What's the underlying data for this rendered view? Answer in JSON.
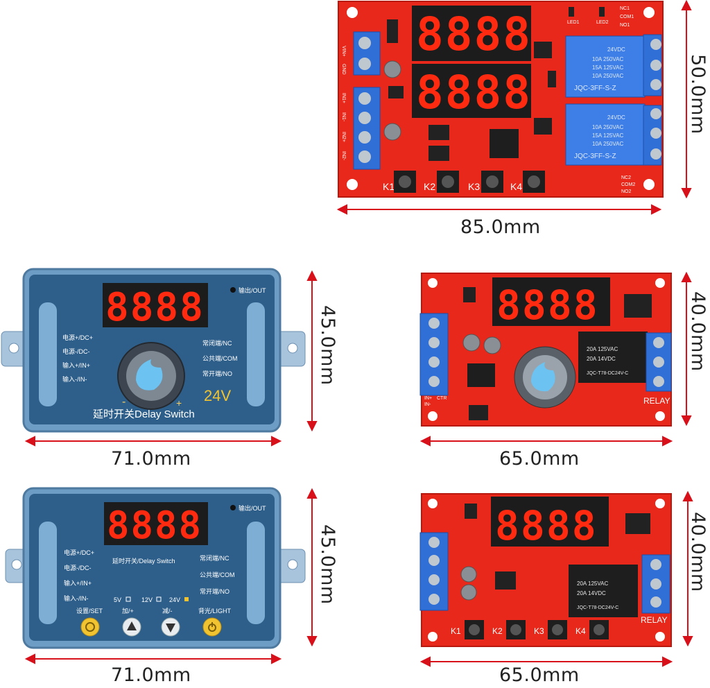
{
  "dimensions": {
    "top_width": "85.0mm",
    "top_height": "50.0mm",
    "mid_left_width": "71.0mm",
    "mid_left_height": "45.0mm",
    "mid_right_width": "65.0mm",
    "mid_right_height": "40.0mm",
    "bot_left_width": "71.0mm",
    "bot_left_height": "45.0mm",
    "bot_right_width": "65.0mm",
    "bot_right_height": "40.0mm"
  },
  "display_digits": "8888",
  "top_board": {
    "left_terminals_top": [
      "VIN+",
      "GND"
    ],
    "left_terminals_bottom": [
      "IN1+",
      "IN1-",
      "IN2+",
      "IN2-"
    ],
    "led_labels": [
      "LED1",
      "LED2"
    ],
    "relay_top_labels": [
      "NC1",
      "COM1",
      "NO1"
    ],
    "relay_bottom_labels": [
      "NC2",
      "COM2",
      "NO2"
    ],
    "relay_text": [
      "24VDC",
      "10A 250VAC",
      "15A 125VAC",
      "10A 250VAC",
      "JQC-3FF-S-Z"
    ],
    "buttons": [
      "K1",
      "K2",
      "K3",
      "K4"
    ]
  },
  "mid_case": {
    "output_label": "输出/OUT",
    "left_labels": [
      "电源+/DC+",
      "电源-/DC-",
      "输入+/IN+",
      "输入-/IN-"
    ],
    "right_labels": [
      "常闭端/NC",
      "公共端/COM",
      "常开端/NO"
    ],
    "minus": "-",
    "plus": "+",
    "voltage": "24V",
    "title": "延时开关Delay Switch"
  },
  "mid_board": {
    "relay_text": [
      "20A 125VAC",
      "20A 14VDC",
      "JQC-T78-DC24V-C"
    ],
    "relay_label": "RELAY",
    "left_labels": [
      "IN+",
      "IN-",
      "CTR"
    ]
  },
  "bot_case": {
    "output_label": "输出/OUT",
    "left_labels": [
      "电源+/DC+",
      "电源-/DC-",
      "输入+/IN+",
      "输入-/IN-"
    ],
    "right_labels": [
      "常闭端/NC",
      "公共端/COM",
      "常开端/NO"
    ],
    "title": "延时开关/Delay Switch",
    "voltages": [
      "5V",
      "12V",
      "24V"
    ],
    "button_labels": [
      "设置/SET",
      "加/+",
      "减/-",
      "背光/LIGHT"
    ]
  },
  "bot_board": {
    "relay_text": [
      "20A 125VAC",
      "20A 14VDC",
      "JQC-T78-DC24V-C"
    ],
    "relay_label": "RELAY",
    "buttons": [
      "K1",
      "K2",
      "K3",
      "K4"
    ]
  },
  "colors": {
    "pcb_red": "#e8281a",
    "terminal_blue": "#2f6fd6",
    "relay_blue": "#3d7fe6",
    "case_blue": "#2e5f8a",
    "case_shell": "#6d9cc5",
    "arrow_red": "#d8101a",
    "led_red": "#ff2a10"
  }
}
